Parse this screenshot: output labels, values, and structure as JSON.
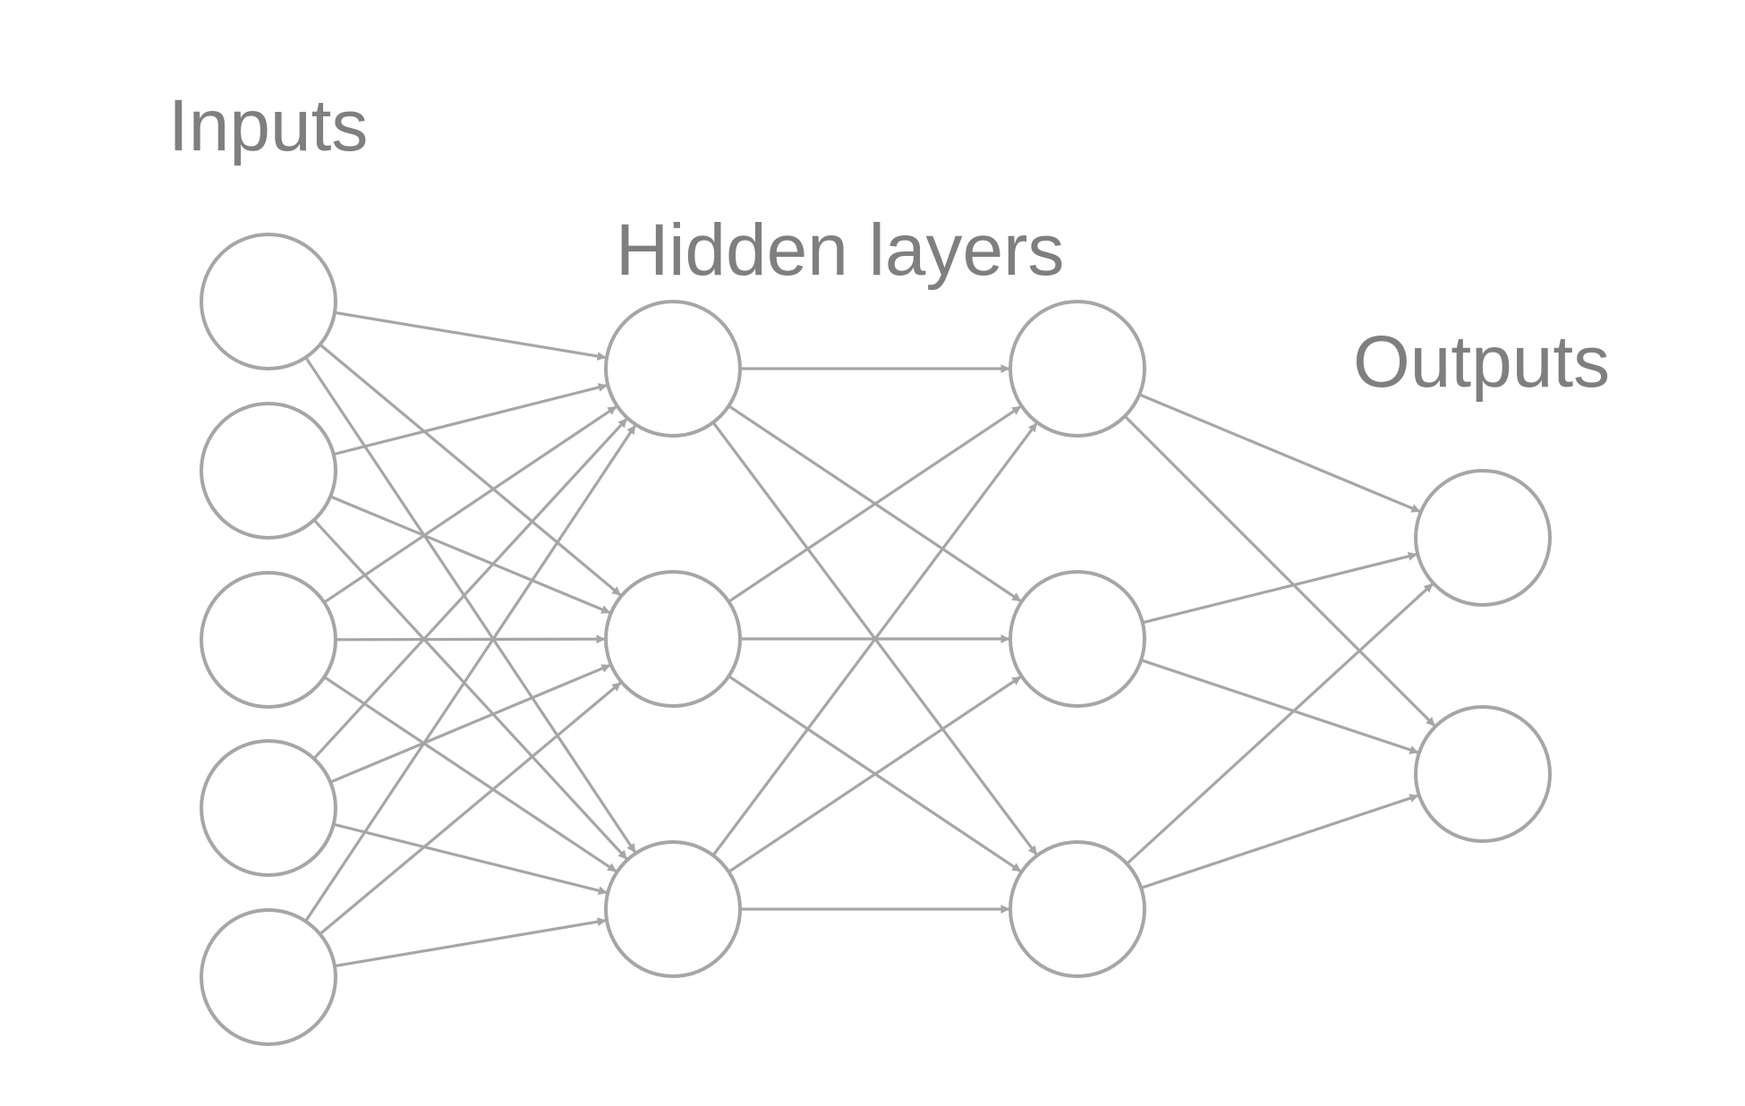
{
  "labels": {
    "inputs": "Inputs",
    "hidden": "Hidden layers",
    "outputs": "Outputs"
  },
  "colors": {
    "stroke": "#a6a6a6",
    "text": "#7f7f7f",
    "background": "#ffffff"
  },
  "network": {
    "layers": [
      {
        "name": "input",
        "nodes": 5
      },
      {
        "name": "hidden-1",
        "nodes": 3
      },
      {
        "name": "hidden-2",
        "nodes": 3
      },
      {
        "name": "output",
        "nodes": 2
      }
    ],
    "connectivity": "fully-connected",
    "edge_style": "arrow"
  }
}
